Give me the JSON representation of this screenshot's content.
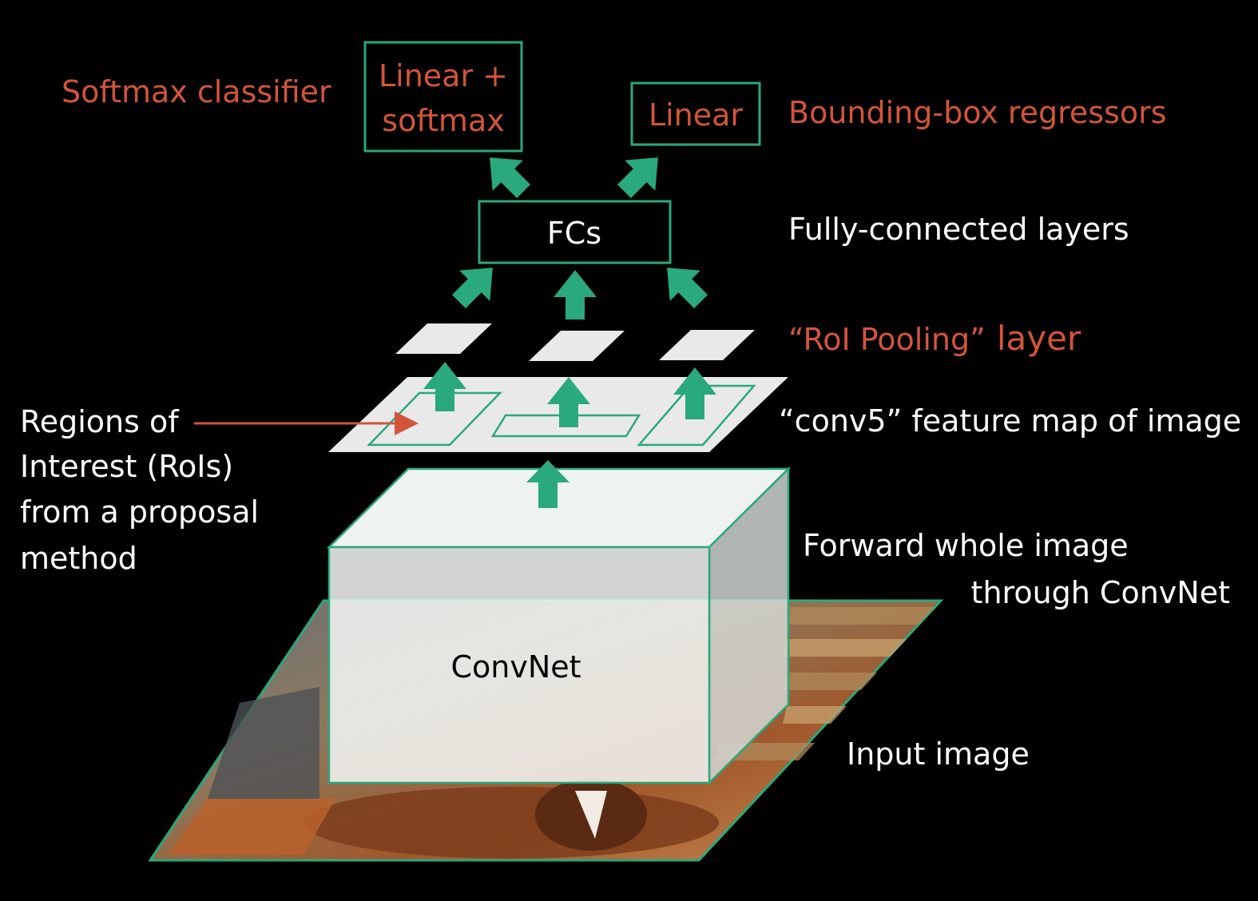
{
  "labels": {
    "softmax_classifier": "Softmax classifier",
    "linear_softmax_line1": "Linear +",
    "linear_softmax_line2": "softmax",
    "linear": "Linear",
    "bbox_regressors": "Bounding-box  regressors",
    "fcs": "FCs",
    "fully_connected": "Fully-connected layers",
    "roi_pooling_quoted": "“RoI Pooling”",
    "roi_pooling_layer": "layer",
    "conv5": "“conv5” feature map of image",
    "rois_line1": "Regions of",
    "rois_line2": "Interest (RoIs)",
    "rois_line3": "from a proposal",
    "rois_line4": "method",
    "forward_line1": "Forward whole image",
    "forward_line2": "through ConvNet",
    "convnet": "ConvNet",
    "input_image": "Input image"
  },
  "colors": {
    "green": "#2aa87e",
    "red": "#d2553a",
    "panel": "#e9e9e9",
    "background": "#000000"
  }
}
